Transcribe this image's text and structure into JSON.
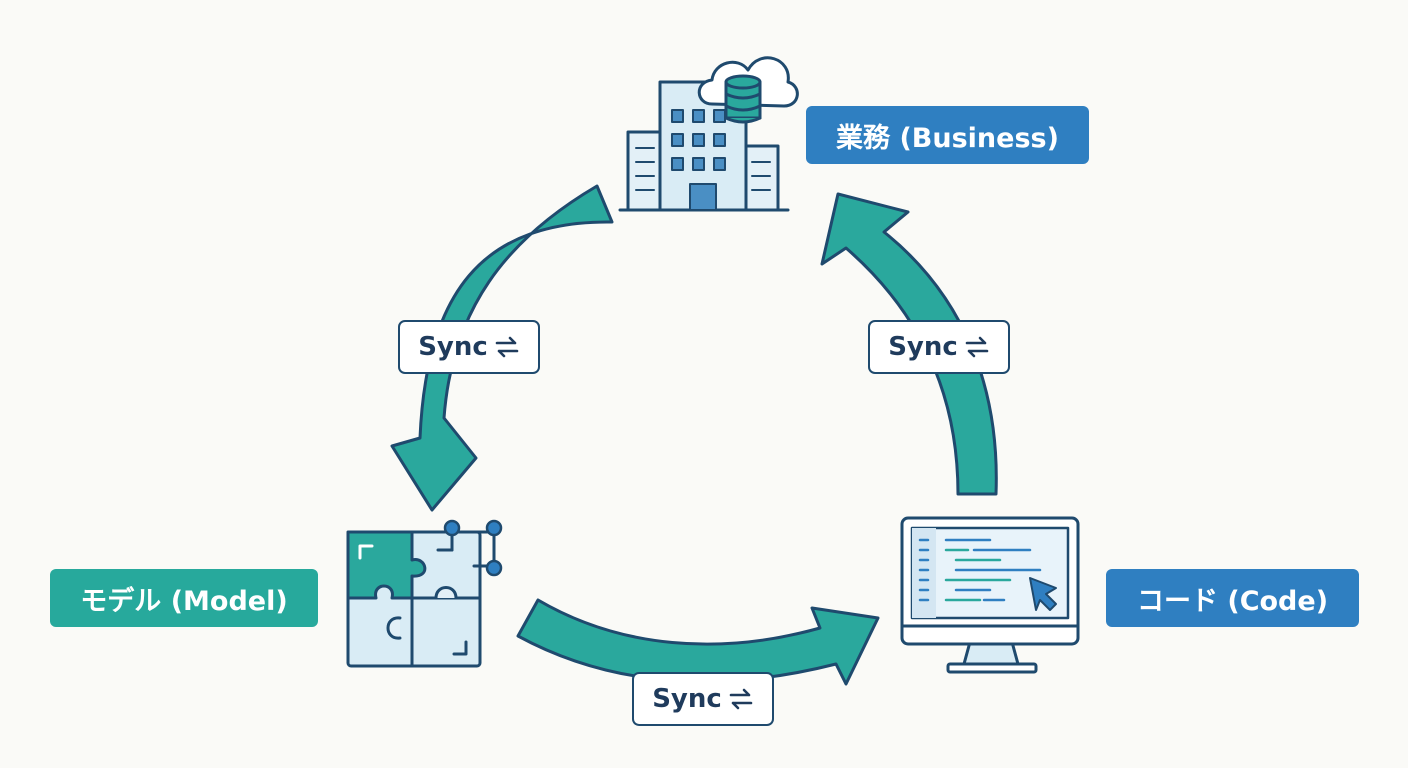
{
  "nodes": {
    "business": {
      "label": "業務 (Business)",
      "icon": "office-building-cloud-database-icon"
    },
    "model": {
      "label": "モデル (Model)",
      "icon": "puzzle-network-icon"
    },
    "code": {
      "label": "コード (Code)",
      "icon": "monitor-code-cursor-icon"
    }
  },
  "edges": [
    {
      "from": "business",
      "to": "model",
      "label": "Sync"
    },
    {
      "from": "model",
      "to": "code",
      "label": "Sync"
    },
    {
      "from": "code",
      "to": "business",
      "label": "Sync"
    }
  ],
  "colors": {
    "business_label": "#2f7fc1",
    "model_label": "#27a99c",
    "code_label": "#2f7fc1",
    "arrow_fill": "#2aa89d",
    "outline": "#1f4a6e",
    "icon_fill": "#d9ecf5"
  }
}
